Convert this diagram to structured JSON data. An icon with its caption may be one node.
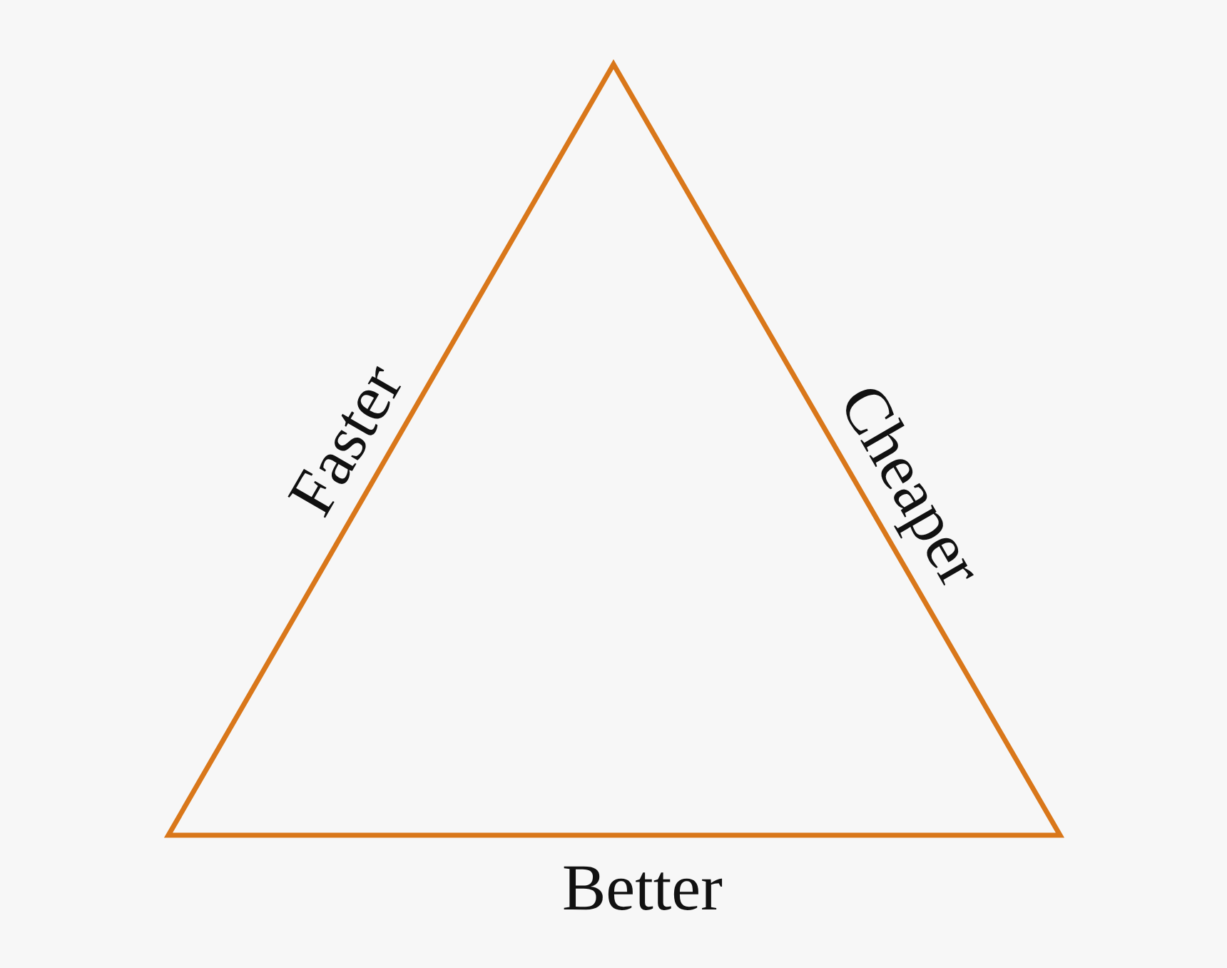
{
  "diagram": {
    "labels": [
      "Faster",
      "Cheaper",
      "Better"
    ]
  }
}
